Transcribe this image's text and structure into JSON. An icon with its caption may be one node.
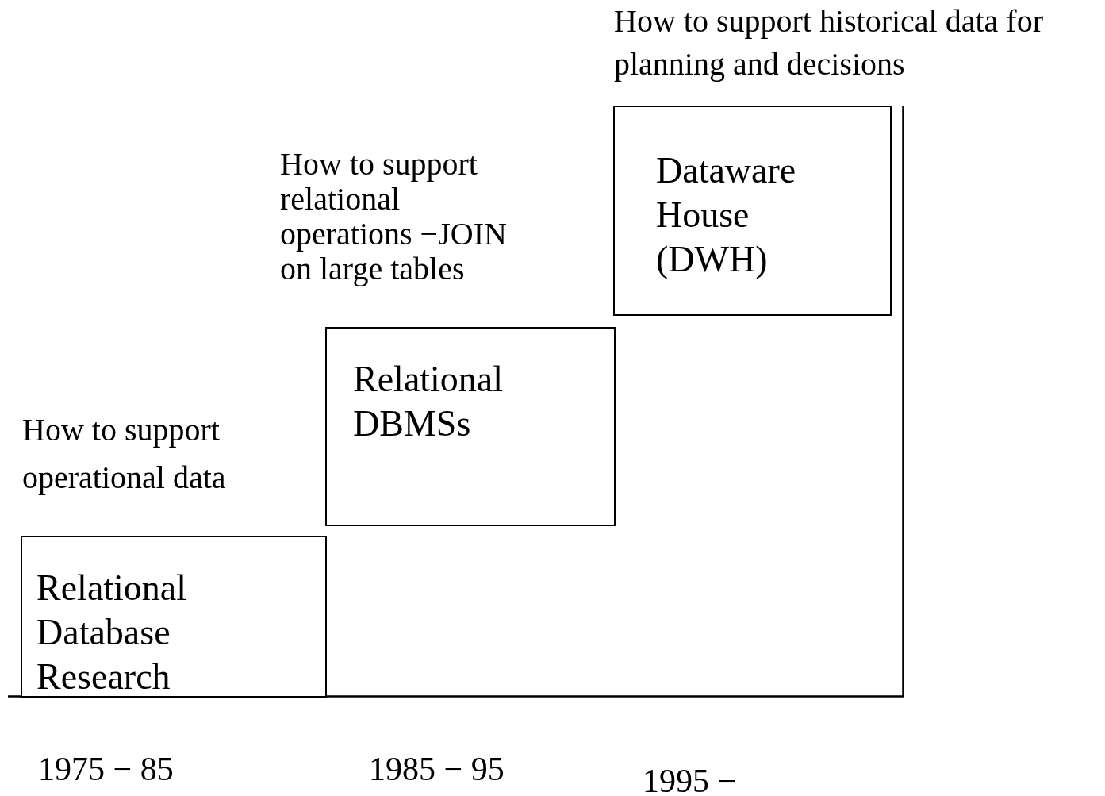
{
  "diagram": {
    "nodes": [
      {
        "text": [
          "Relational Database Research"
        ],
        "beside": [
          "How to support operational data"
        ]
      },
      {
        "text": [
          "Relational DBMSs"
        ],
        "beside": [
          "How to support relational operations −JOIN on large tables"
        ]
      },
      {
        "text": [
          "Dataware House (DWH)"
        ],
        "beside": [
          "How to support historical data for planning and decisions"
        ]
      }
    ],
    "labels": [
      "1975 − 85",
      "1985 − 95",
      "1995 −"
    ]
  }
}
